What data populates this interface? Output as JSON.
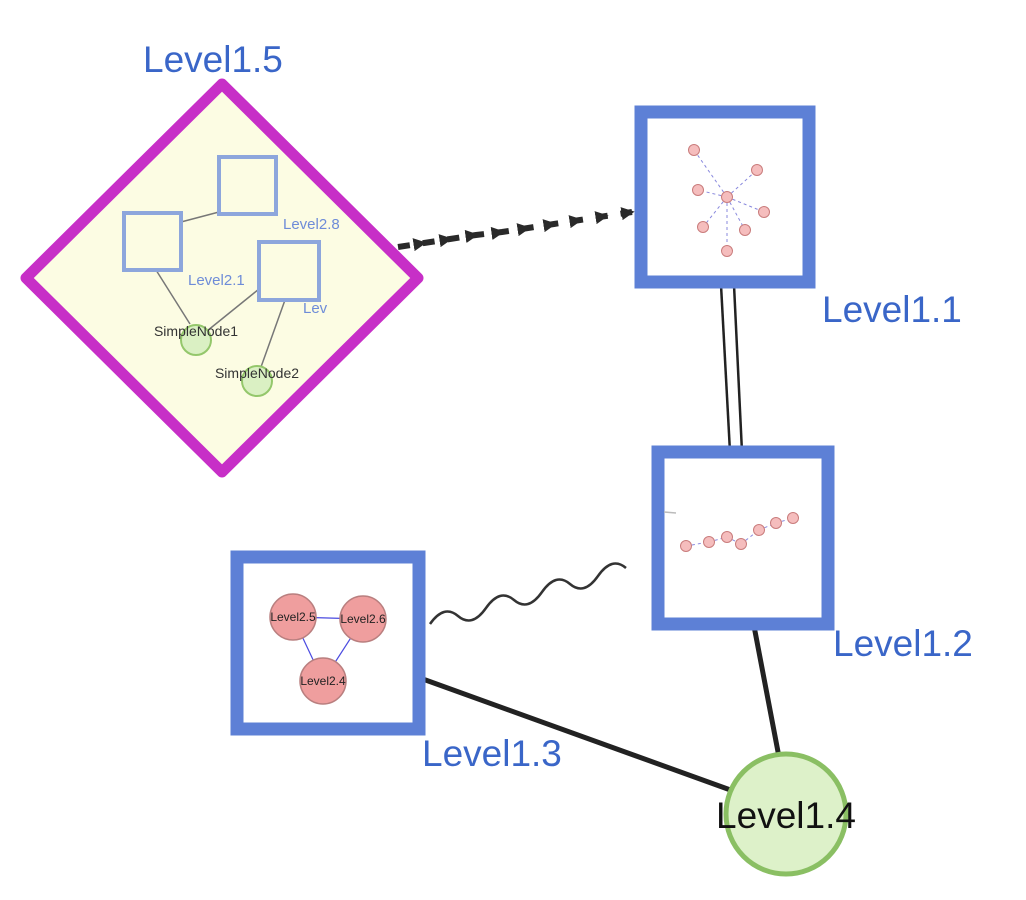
{
  "nodes": {
    "level1_5": {
      "label": "Level1.5",
      "shape": "diamond"
    },
    "level1_1": {
      "label": "Level1.1",
      "shape": "square"
    },
    "level1_2": {
      "label": "Level1.2",
      "shape": "square"
    },
    "level1_3": {
      "label": "Level1.3",
      "shape": "square"
    },
    "level1_4": {
      "label": "Level1.4",
      "shape": "circle"
    },
    "level2_8": {
      "label": "Level2.8",
      "shape": "square"
    },
    "level2_1": {
      "label": "Level2.1",
      "shape": "square"
    },
    "level2_lev": {
      "label": "Lev",
      "shape": "square"
    },
    "simplenode1": {
      "label": "SimpleNode1",
      "shape": "circle"
    },
    "simplenode2": {
      "label": "SimpleNode2",
      "shape": "circle"
    },
    "level2_5": {
      "label": "Level2.5",
      "shape": "circle"
    },
    "level2_6": {
      "label": "Level2.6",
      "shape": "circle"
    },
    "level2_4": {
      "label": "Level2.4",
      "shape": "circle"
    }
  },
  "edges": [
    {
      "from": "Level1.5",
      "to": "Level1.1",
      "style": "dashed-arrow-chain"
    },
    {
      "from": "Level1.1",
      "to": "Level1.2",
      "style": "double-line"
    },
    {
      "from": "Level1.3",
      "to": "Level1.2",
      "style": "wavy"
    },
    {
      "from": "Level1.3",
      "to": "Level1.4",
      "style": "solid-thick"
    },
    {
      "from": "Level1.2",
      "to": "Level1.4",
      "style": "solid-thick"
    },
    {
      "from": "Level2.8",
      "to": "Level2.1",
      "style": "thin-gray"
    },
    {
      "from": "Level2.1",
      "to": "SimpleNode1",
      "style": "thin-gray"
    },
    {
      "from": "SimpleNode1",
      "to": "Lev",
      "style": "thin-gray"
    },
    {
      "from": "Lev",
      "to": "SimpleNode2",
      "style": "thin-gray"
    },
    {
      "from": "Level2.5",
      "to": "Level2.6",
      "style": "thin-blue"
    },
    {
      "from": "Level2.5",
      "to": "Level2.4",
      "style": "thin-blue"
    },
    {
      "from": "Level2.6",
      "to": "Level2.4",
      "style": "thin-blue"
    }
  ],
  "colors": {
    "label_blue": "#3a66c8",
    "node_border_blue": "#5d80d6",
    "diamond_border_magenta": "#c72fc7",
    "diamond_fill_yellow": "#fcfce3",
    "green_fill": "#ddf1c9",
    "green_border": "#8abf63",
    "pink_fill": "#ef9e9e",
    "mini_node_fill": "#f5bdbd",
    "edge_black": "#222222"
  }
}
